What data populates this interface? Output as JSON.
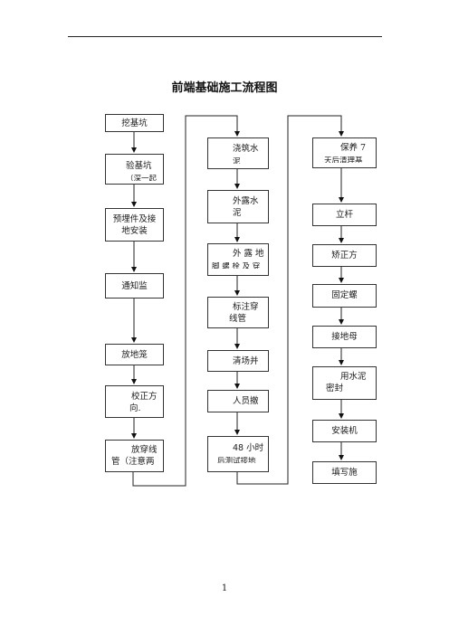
{
  "title": "前端基础施工流程图",
  "page_number": "1",
  "columns": [
    {
      "steps": [
        {
          "l1": "挖基坑",
          "l2": ""
        },
        {
          "l1": "验基坑",
          "l2": "（深一起"
        },
        {
          "l1": "预埋件及接",
          "l2": "地安装"
        },
        {
          "l1": "通知监",
          "l2": ""
        },
        {
          "l1": "放地笼",
          "l2": ""
        },
        {
          "l1": "校正方",
          "l2": "向."
        },
        {
          "l1": "放穿线",
          "l2": "管（注意两"
        }
      ]
    },
    {
      "steps": [
        {
          "l1": "浇筑水",
          "l2": "泥"
        },
        {
          "l1": "外露水",
          "l2": "泥"
        },
        {
          "l1": "外 露 地",
          "l2": "脚 螺 栓 及 穿"
        },
        {
          "l1": "标注穿",
          "l2": "线管"
        },
        {
          "l1": "清场并",
          "l2": ""
        },
        {
          "l1": "人员撤",
          "l2": ""
        },
        {
          "l1": "48 小时",
          "l2": "后测试接地"
        }
      ]
    },
    {
      "steps": [
        {
          "l1": "保养 7",
          "l2": "天后清理基"
        },
        {
          "l1": "立杆",
          "l2": ""
        },
        {
          "l1": "矫正方",
          "l2": ""
        },
        {
          "l1": "固定螺",
          "l2": ""
        },
        {
          "l1": "接地母",
          "l2": ""
        },
        {
          "l1": "用水泥",
          "l2": "密封"
        },
        {
          "l1": "安装机",
          "l2": ""
        },
        {
          "l1": "填写施",
          "l2": ""
        }
      ]
    }
  ]
}
